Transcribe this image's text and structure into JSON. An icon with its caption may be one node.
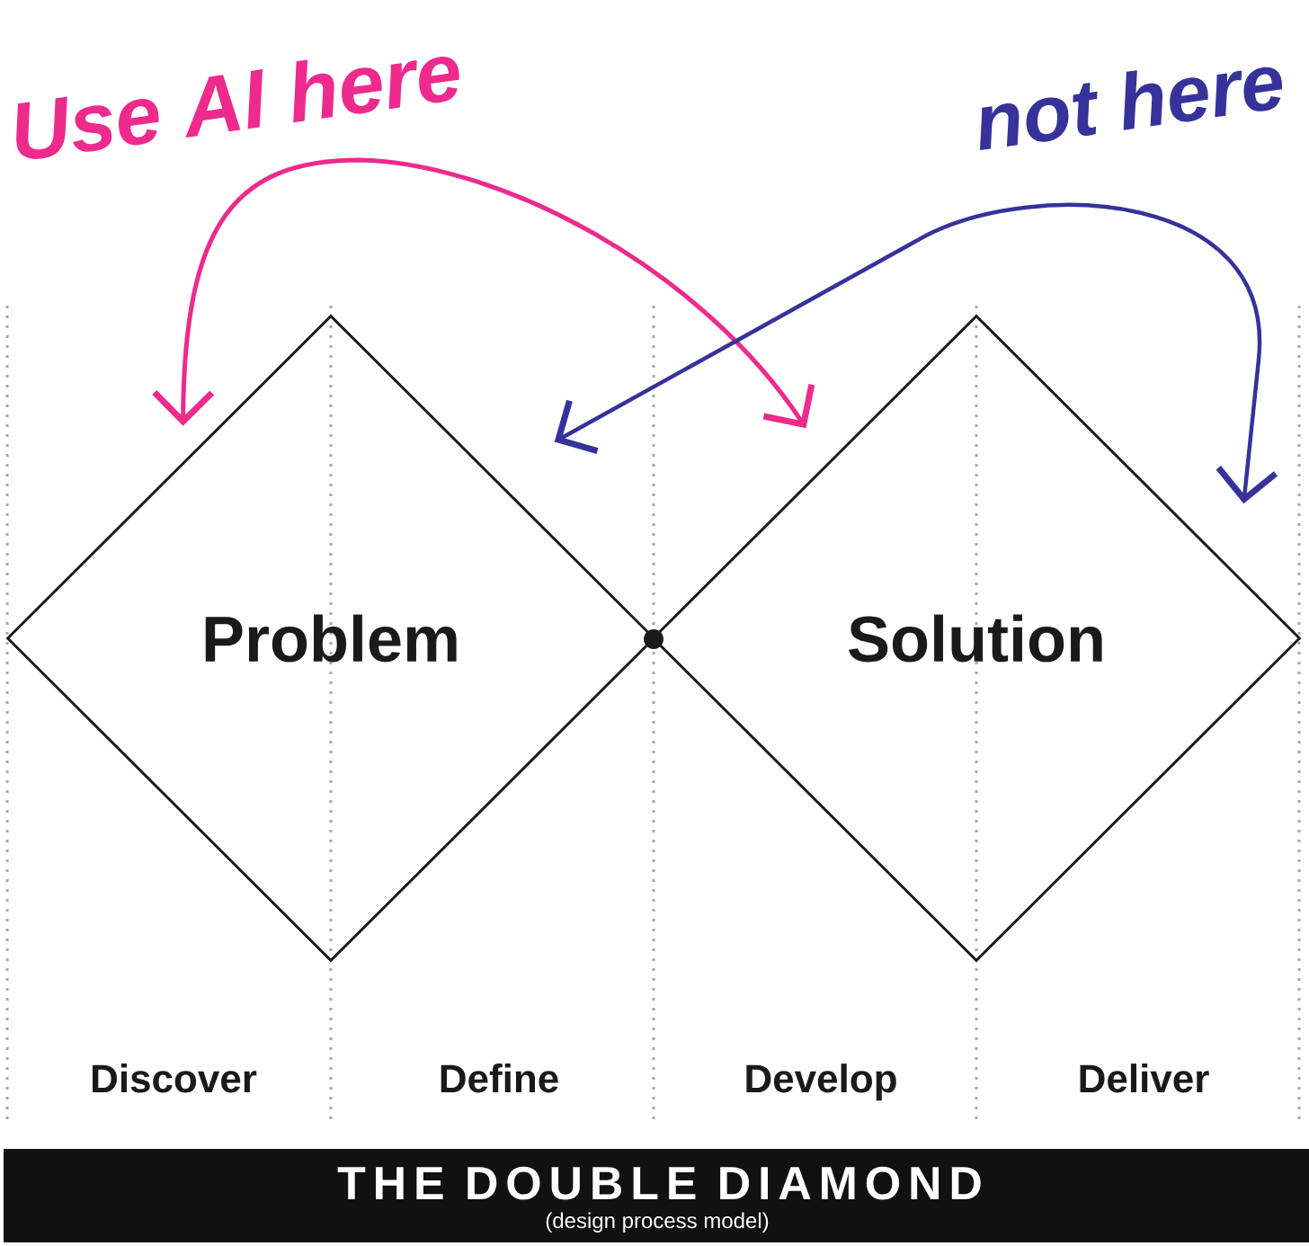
{
  "diagram": {
    "title": "THE DOUBLE DIAMOND",
    "caption": "(design process model)",
    "nodes": [
      {
        "text": [
          "Problem"
        ]
      },
      {
        "text": [
          "Solution"
        ]
      }
    ],
    "edges": [
      {
        "from": 0,
        "to": 1,
        "arrow": "both",
        "label": "Use AI here",
        "color": "#ee2a8c"
      },
      {
        "from": 0,
        "to": 1,
        "arrow": "both",
        "label": "not here",
        "color": "#35339a"
      }
    ],
    "labels": [
      "Discover",
      "Define",
      "Develop",
      "Deliver"
    ]
  }
}
